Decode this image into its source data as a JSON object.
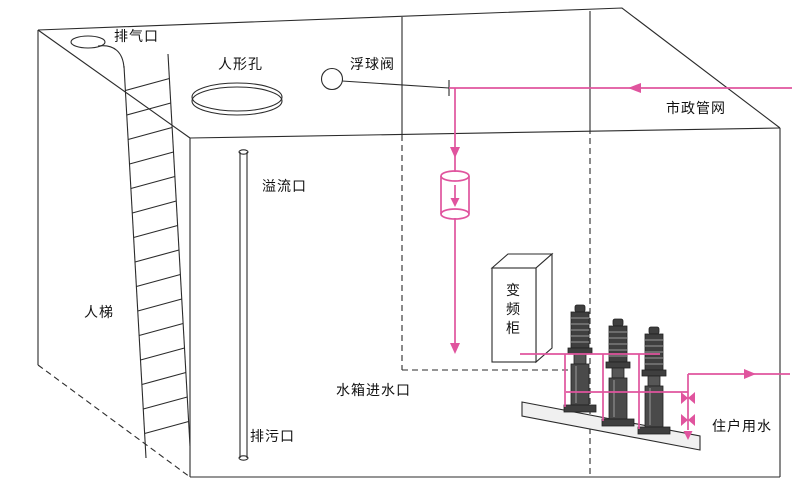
{
  "diagram": {
    "type": "water-supply-tank-pump-schematic",
    "labels": {
      "vent": "排气口",
      "manhole": "人形孔",
      "float_valve": "浮球阀",
      "municipal": "市政管网",
      "overflow": "溢流口",
      "ladder": "人梯",
      "vfd_cabinet": "变频柜",
      "tank_inlet": "水箱进水口",
      "drain": "排污口",
      "resident": "住户用水"
    },
    "colors": {
      "pipe_pink": "#e0549e",
      "line_black": "#2b2b2b",
      "pump_dark": "#3f3f3f",
      "background": "#ffffff"
    }
  }
}
